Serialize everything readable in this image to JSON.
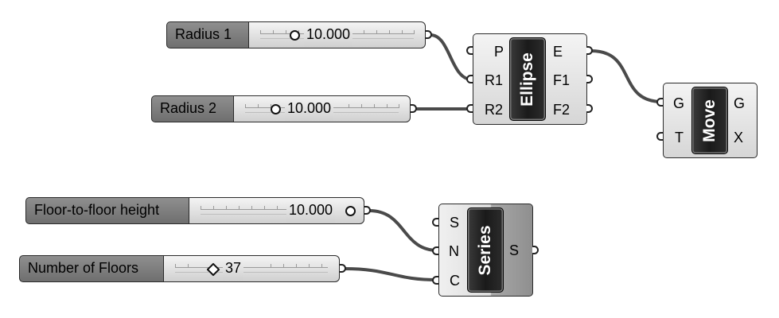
{
  "sliders": {
    "radius1": {
      "label": "Radius 1",
      "value": "10.000"
    },
    "radius2": {
      "label": "Radius 2",
      "value": "10.000"
    },
    "floor_height": {
      "label": "Floor-to-floor height",
      "value": "10.000"
    },
    "num_floors": {
      "label": "Number of Floors",
      "value": "37"
    }
  },
  "ellipse": {
    "name": "Ellipse",
    "inputs": [
      "P",
      "R1",
      "R2"
    ],
    "outputs": [
      "E",
      "F1",
      "F2"
    ]
  },
  "move": {
    "name": "Move",
    "inputs": [
      "G",
      "T"
    ],
    "outputs": [
      "G",
      "X"
    ]
  },
  "series": {
    "name": "Series",
    "inputs": [
      "S",
      "N",
      "C"
    ],
    "outputs": [
      "S"
    ]
  },
  "colors": {
    "wire": "#4a4a4a",
    "label_bg": "#7f7f7f",
    "name_box": "#1f1f1f"
  }
}
